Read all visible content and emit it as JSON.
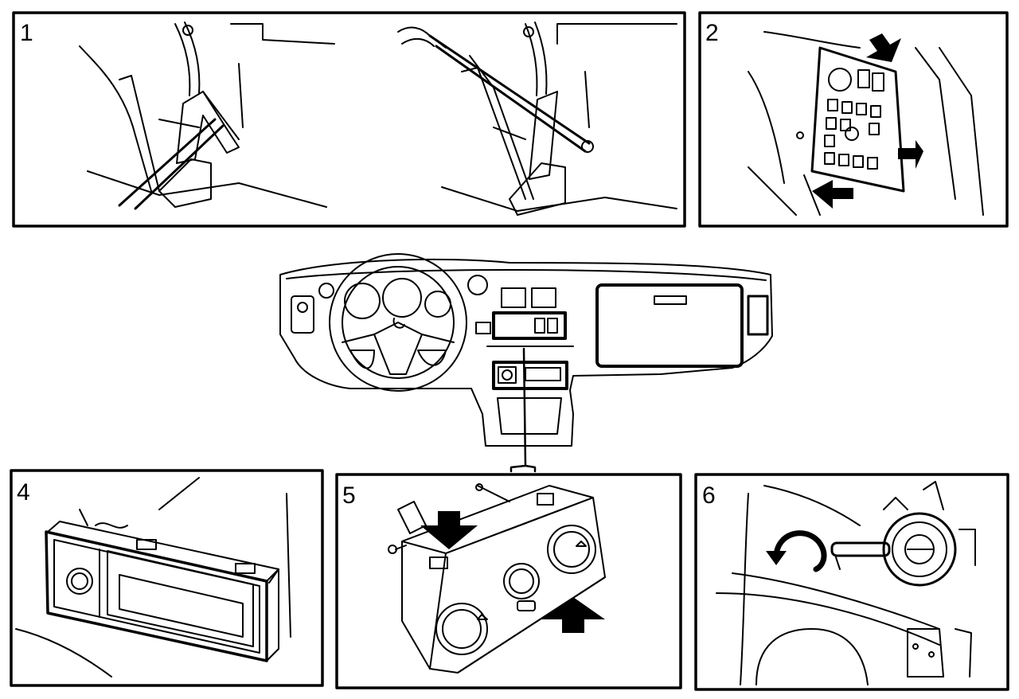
{
  "panels": [
    {
      "number": "1"
    },
    {
      "number": "2"
    },
    {
      "number": "4"
    },
    {
      "number": "5"
    },
    {
      "number": "6"
    }
  ],
  "colors": {
    "ink": "#000000",
    "paper": "#ffffff"
  }
}
